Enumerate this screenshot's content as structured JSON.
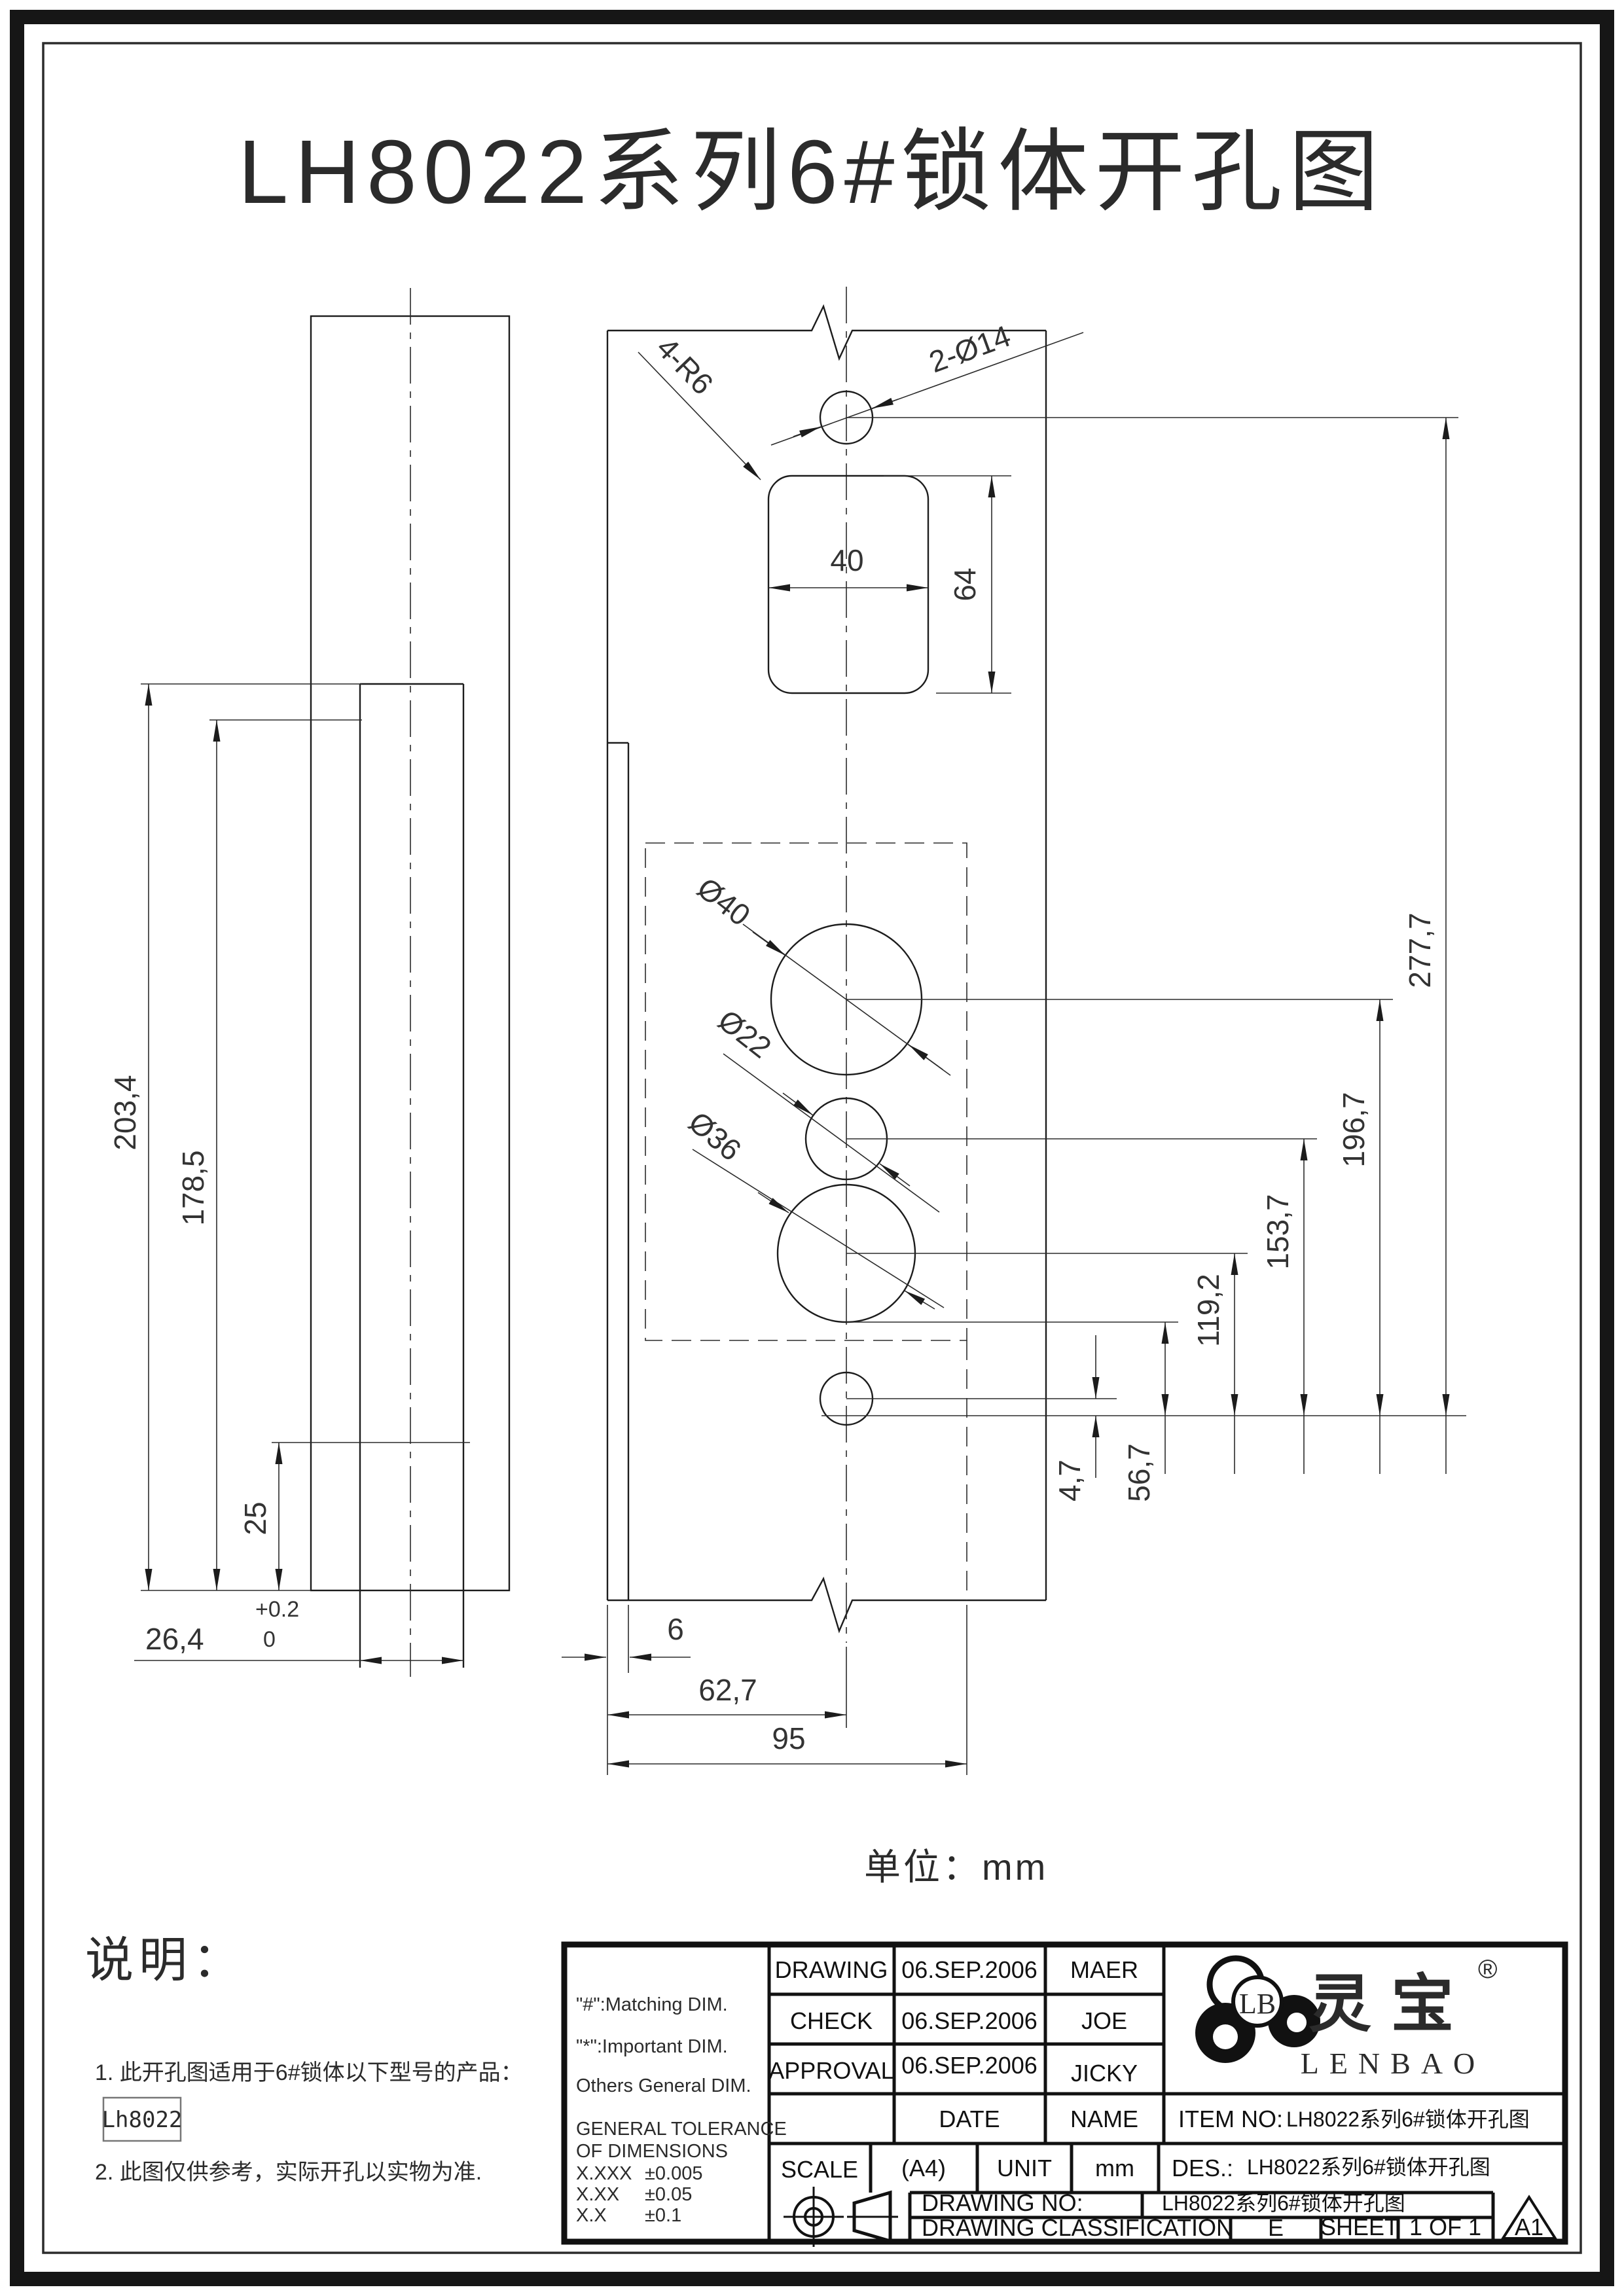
{
  "title": "LH8022系列6#锁体开孔图",
  "unit_label": "单位：mm",
  "notes": {
    "heading": "说明：",
    "item1": "1. 此开孔图适用于6#锁体以下型号的产品：",
    "boxed_model": "Lh8022",
    "item2": "2. 此图仅供参考，实际开孔以实物为准."
  },
  "dims": {
    "top_holes": "2-Ø14",
    "corner_radius": "4-R6",
    "slot_width": "40",
    "slot_height": "64",
    "hole_large": "Ø40",
    "hole_medium": "Ø22",
    "hole_lower": "Ø36",
    "v277": "277,7",
    "v196": "196,7",
    "v153": "153,7",
    "v119": "119,2",
    "v56": "56,7",
    "v47": "4,7",
    "offset6": "6",
    "h_center": "62,7",
    "h_body": "95",
    "left_total": "203,4",
    "left_plate": "178,5",
    "left_bottom": "25",
    "plate_width": "26,4",
    "plate_tol_upper": "+0.2",
    "plate_tol_lower": "0"
  },
  "title_block": {
    "drawing_label": "DRAWING",
    "check_label": "CHECK",
    "approval_label": "APPROVAL",
    "date1": "06.SEP.2006",
    "date2": "06.SEP.2006",
    "date3": "06.SEP.2006",
    "name1": "MAER",
    "name2": "JOE",
    "name3": "JICKY",
    "date_header": "DATE",
    "name_header": "NAME",
    "item_no_label": "ITEM NO:",
    "item_no_value": "LH8022系列6#锁体开孔图",
    "scale_label": "SCALE",
    "scale_value": "(A4)",
    "unit_label": "UNIT",
    "unit_value": "mm",
    "des_label": "DES.:",
    "des_value": "LH8022系列6#锁体开孔图",
    "drawing_no_label": "DRAWING NO:",
    "drawing_no_value": "LH8022系列6#锁体开孔图",
    "classification_label": "DRAWING CLASSIFICATION",
    "classification_value": "E",
    "sheet_label": "SHEET",
    "sheet_value": "1 OF 1",
    "size_code": "A1",
    "note_matching": "\"#\":Matching  DIM.",
    "note_important": "\"*\":Important  DIM.",
    "note_others": "Others General  DIM.",
    "tol_title1": "GENERAL TOLERANCE",
    "tol_title2": "OF DIMENSIONS",
    "tol1_key": "X.XXX",
    "tol1_val": "±0.005",
    "tol2_key": "X.XX",
    "tol2_val": "±0.05",
    "tol3_key": "X.X",
    "tol3_val": "±0.1"
  },
  "logo": {
    "monogram": "LB",
    "cn": "灵宝",
    "reg": "®",
    "en": "LENBAO"
  }
}
